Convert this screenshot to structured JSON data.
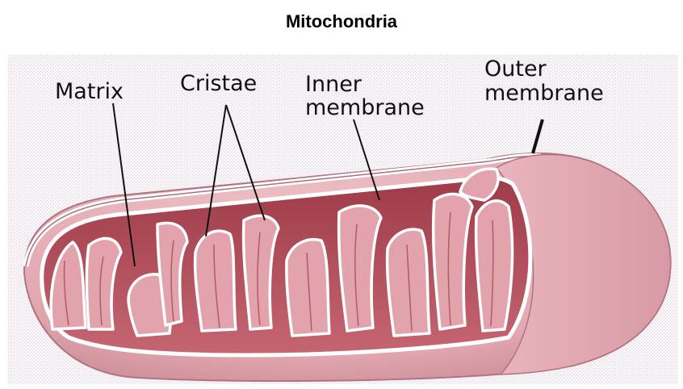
{
  "title": "Mitochondria",
  "labels": {
    "matrix": "Matrix",
    "cristae": "Cristae",
    "inner_membrane_line1": "Inner",
    "inner_membrane_line2": "membrane",
    "outer_membrane_line1": "Outer",
    "outer_membrane_line2": "membrane"
  },
  "colors": {
    "outer_body": "#e8b3ba",
    "outer_shadow": "#c98a95",
    "inner_cavity": "#b8525e",
    "cristae_fill": "#e2a3ad",
    "membrane_edge": "#ffffff",
    "background_dots": "#ece7ec"
  }
}
